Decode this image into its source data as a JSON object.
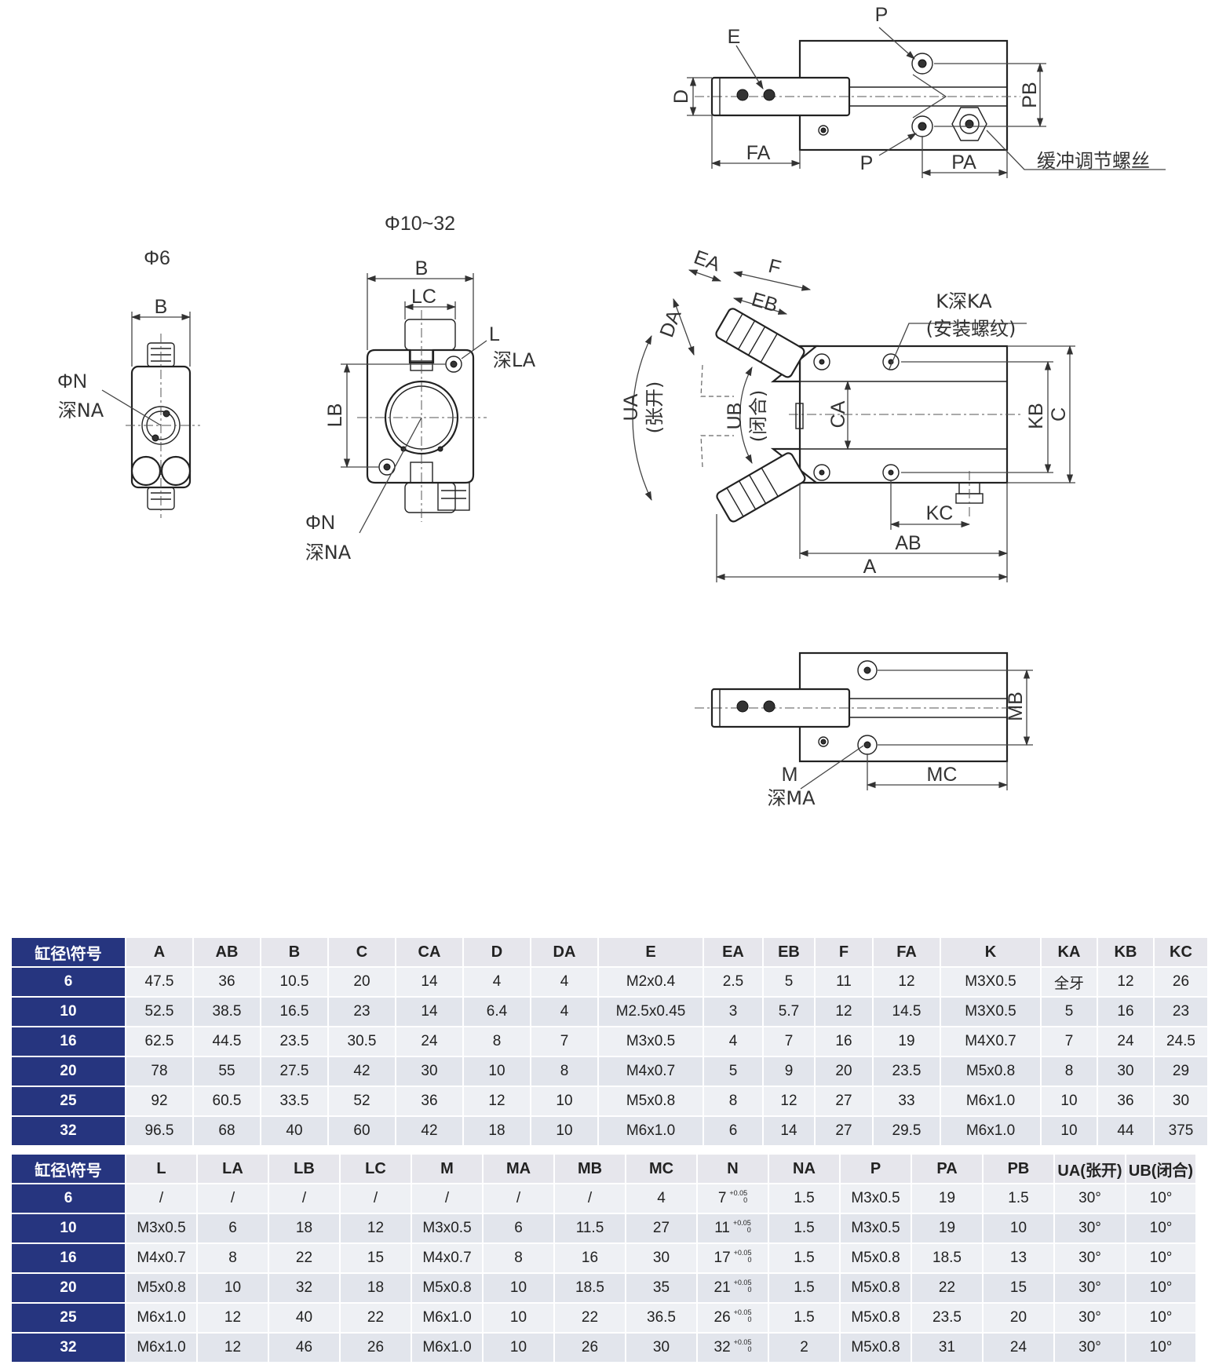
{
  "drawings": {
    "views": {
      "phi6_title": "Φ6",
      "phi10_32_title": "Φ10~32"
    },
    "labels": {
      "B": "B",
      "PhiN": "ΦN",
      "deepNA": "深NA",
      "LC": "LC",
      "L": "L",
      "deepLA": "深LA",
      "LB": "LB",
      "E": "E",
      "P": "P",
      "D": "D",
      "PB": "PB",
      "FA": "FA",
      "PA": "PA",
      "buffer": "缓冲调节螺丝",
      "EA": "EA",
      "F": "F",
      "EB": "EB",
      "DA": "DA",
      "K_deep_KA": "K深KA",
      "mount_thread": "(安装螺纹)",
      "UA": "UA",
      "UA_sub": "(张开)",
      "UB": "UB",
      "UB_sub": "(闭合)",
      "CA": "CA",
      "KB": "KB",
      "C": "C",
      "KC": "KC",
      "AB": "AB",
      "A": "A",
      "M": "M",
      "deepMA": "深MA",
      "MB": "MB",
      "MC": "MC"
    }
  },
  "table1": {
    "corner": "缸径\\符号",
    "headers": [
      "A",
      "AB",
      "B",
      "C",
      "CA",
      "D",
      "DA",
      "E",
      "EA",
      "EB",
      "F",
      "FA",
      "K",
      "KA",
      "KB",
      "KC"
    ],
    "rows": [
      {
        "bore": "6",
        "values": [
          "47.5",
          "36",
          "10.5",
          "20",
          "14",
          "4",
          "4",
          "M2x0.4",
          "2.5",
          "5",
          "11",
          "12",
          "M3X0.5",
          "全牙",
          "12",
          "26"
        ]
      },
      {
        "bore": "10",
        "values": [
          "52.5",
          "38.5",
          "16.5",
          "23",
          "14",
          "6.4",
          "4",
          "M2.5x0.45",
          "3",
          "5.7",
          "12",
          "14.5",
          "M3X0.5",
          "5",
          "16",
          "23"
        ]
      },
      {
        "bore": "16",
        "values": [
          "62.5",
          "44.5",
          "23.5",
          "30.5",
          "24",
          "8",
          "7",
          "M3x0.5",
          "4",
          "7",
          "16",
          "19",
          "M4X0.7",
          "7",
          "24",
          "24.5"
        ]
      },
      {
        "bore": "20",
        "values": [
          "78",
          "55",
          "27.5",
          "42",
          "30",
          "10",
          "8",
          "M4x0.7",
          "5",
          "9",
          "20",
          "23.5",
          "M5x0.8",
          "8",
          "30",
          "29"
        ]
      },
      {
        "bore": "25",
        "values": [
          "92",
          "60.5",
          "33.5",
          "52",
          "36",
          "12",
          "10",
          "M5x0.8",
          "8",
          "12",
          "27",
          "33",
          "M6x1.0",
          "10",
          "36",
          "30"
        ]
      },
      {
        "bore": "32",
        "values": [
          "96.5",
          "68",
          "40",
          "60",
          "42",
          "18",
          "10",
          "M6x1.0",
          "6",
          "14",
          "27",
          "29.5",
          "M6x1.0",
          "10",
          "44",
          "375"
        ]
      }
    ]
  },
  "table2": {
    "corner": "缸径\\符号",
    "headers": [
      "L",
      "LA",
      "LB",
      "LC",
      "M",
      "MA",
      "MB",
      "MC",
      "N",
      "NA",
      "P",
      "PA",
      "PB",
      "UA(张开)",
      "UB(闭合)"
    ],
    "tolerance": {
      "upper": "+0.05",
      "lower": "0"
    },
    "rows": [
      {
        "bore": "6",
        "values": [
          "/",
          "/",
          "/",
          "/",
          "/",
          "/",
          "/",
          "4",
          "7",
          "1.5",
          "M3x0.5",
          "19",
          "1.5",
          "30°",
          "10°"
        ]
      },
      {
        "bore": "10",
        "values": [
          "M3x0.5",
          "6",
          "18",
          "12",
          "M3x0.5",
          "6",
          "11.5",
          "27",
          "11",
          "1.5",
          "M3x0.5",
          "19",
          "10",
          "30°",
          "10°"
        ]
      },
      {
        "bore": "16",
        "values": [
          "M4x0.7",
          "8",
          "22",
          "15",
          "M4x0.7",
          "8",
          "16",
          "30",
          "17",
          "1.5",
          "M5x0.8",
          "18.5",
          "13",
          "30°",
          "10°"
        ]
      },
      {
        "bore": "20",
        "values": [
          "M5x0.8",
          "10",
          "32",
          "18",
          "M5x0.8",
          "10",
          "18.5",
          "35",
          "21",
          "1.5",
          "M5x0.8",
          "22",
          "15",
          "30°",
          "10°"
        ]
      },
      {
        "bore": "25",
        "values": [
          "M6x1.0",
          "12",
          "40",
          "22",
          "M6x1.0",
          "10",
          "22",
          "36.5",
          "26",
          "1.5",
          "M5x0.8",
          "23.5",
          "20",
          "30°",
          "10°"
        ]
      },
      {
        "bore": "32",
        "values": [
          "M6x1.0",
          "12",
          "46",
          "26",
          "M6x1.0",
          "10",
          "26",
          "30",
          "32",
          "2",
          "M5x0.8",
          "31",
          "24",
          "30°",
          "10°"
        ]
      }
    ]
  }
}
